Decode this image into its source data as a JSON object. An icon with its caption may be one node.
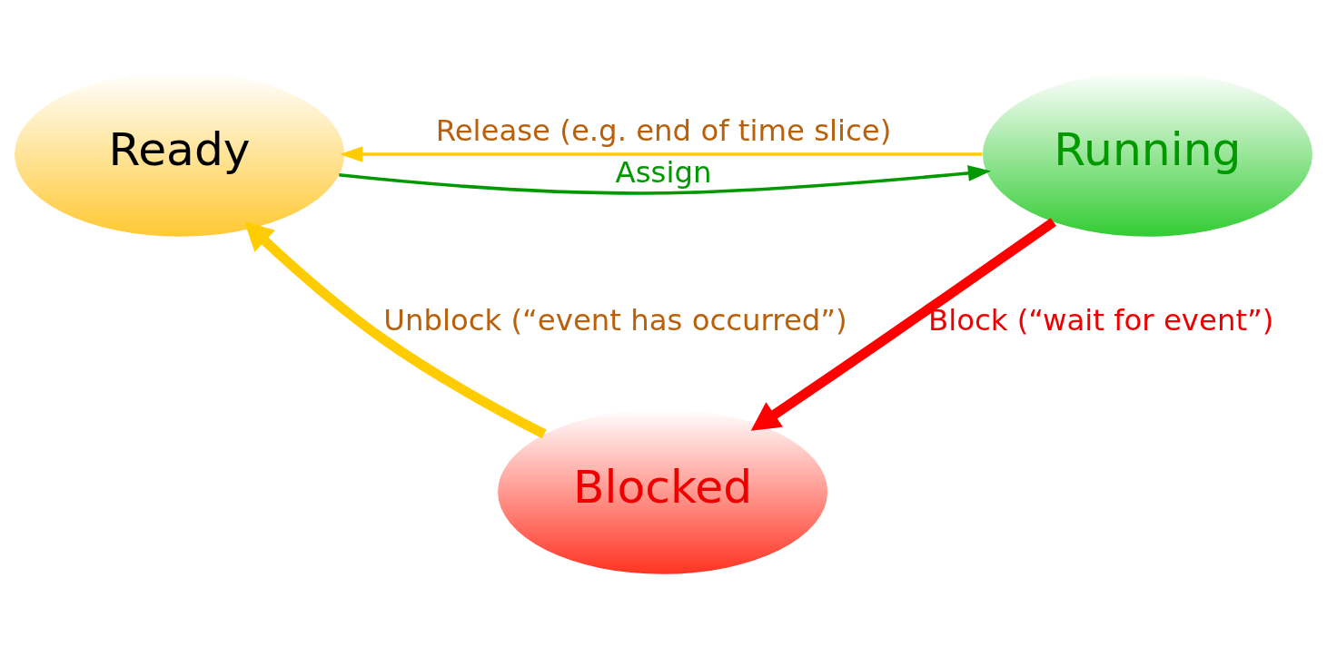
{
  "diagram": {
    "nodes": [
      {
        "text": [
          "Ready"
        ]
      },
      {
        "text": [
          "Running"
        ]
      },
      {
        "text": [
          "Blocked"
        ]
      }
    ],
    "edges": [
      {
        "from": 0,
        "to": 1,
        "arrow": "to",
        "label": "Assign",
        "color": "#009900"
      },
      {
        "from": 1,
        "to": 0,
        "arrow": "to",
        "label": "Release (e.g. end of time slice)"
      },
      {
        "from": 1,
        "to": 2,
        "arrow": "to",
        "label": "Block (“wait for event”)",
        "style": "thick",
        "color": "#ff0000"
      },
      {
        "from": 2,
        "to": 0,
        "arrow": "to",
        "label": "Unblock (“event has occurred”)",
        "style": "thick"
      }
    ]
  }
}
